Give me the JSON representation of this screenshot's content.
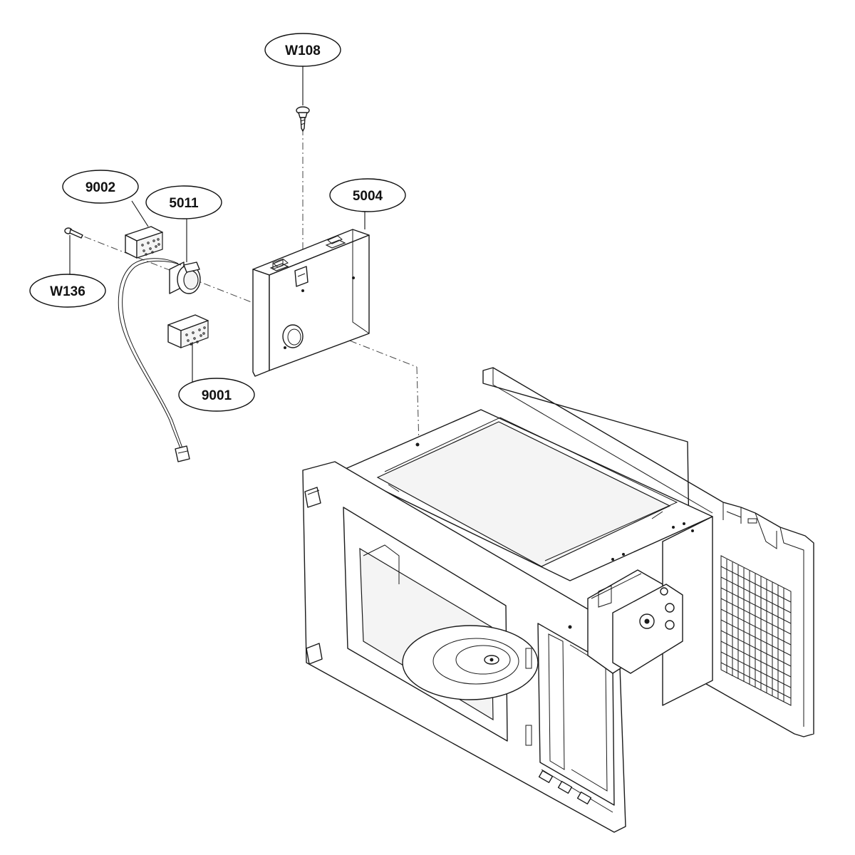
{
  "callouts": {
    "w108": "W108",
    "p9002": "9002",
    "p5011": "5011",
    "p5004": "5004",
    "w136": "W136",
    "p9001": "9001"
  }
}
